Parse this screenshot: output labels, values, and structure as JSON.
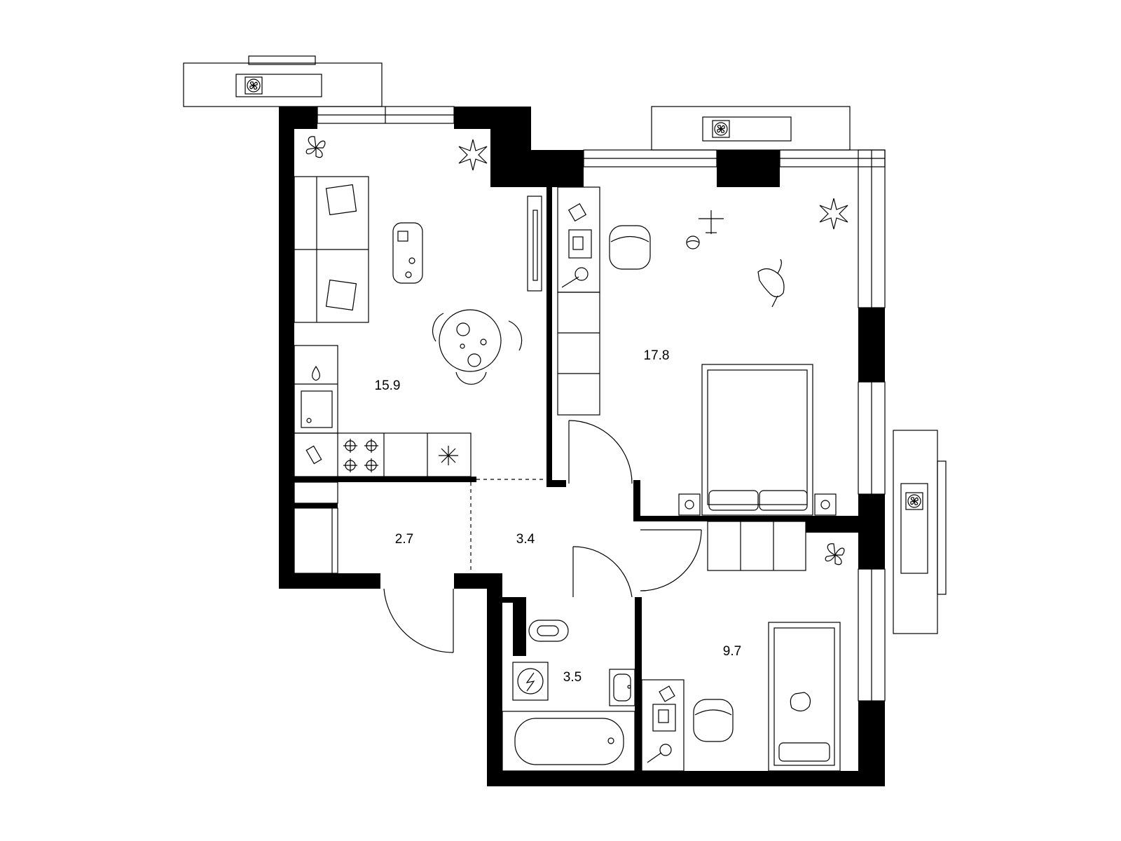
{
  "rooms": [
    {
      "id": "living-kitchen",
      "area": "15.9"
    },
    {
      "id": "bedroom",
      "area": "17.8"
    },
    {
      "id": "entry",
      "area": "2.7"
    },
    {
      "id": "hall",
      "area": "3.4"
    },
    {
      "id": "bathroom",
      "area": "3.5"
    },
    {
      "id": "children-room",
      "area": "9.7"
    }
  ],
  "colors": {
    "wall": "#000000",
    "line": "#000000",
    "background": "#ffffff"
  }
}
